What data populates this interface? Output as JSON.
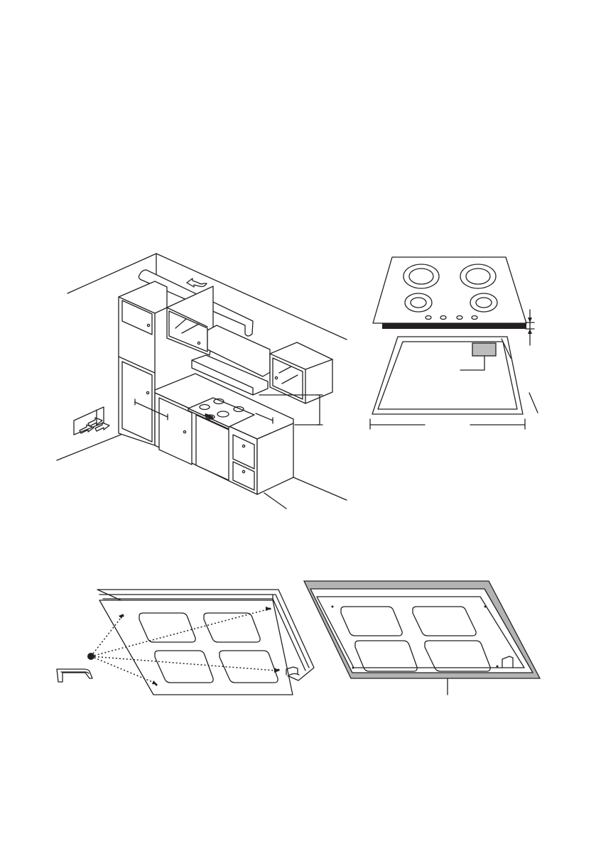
{
  "figures": {
    "kitchen": {
      "icon": "kitchen-installation-illustration"
    },
    "hob_cutout": {
      "icon": "hob-cutout-illustration"
    },
    "bracket_fixing": {
      "icon": "hob-underside-bracket-illustration"
    },
    "sealing_strip": {
      "icon": "hob-underside-seal-illustration"
    }
  },
  "colors": {
    "line": "#231f20",
    "fill": "#ffffff",
    "seal": "#b3b3b3",
    "cable_box": "#bdbdbd"
  }
}
